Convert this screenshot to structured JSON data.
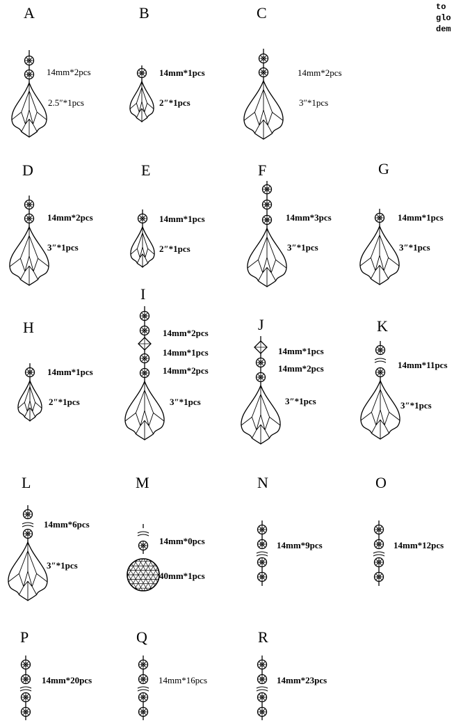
{
  "corner_note": [
    "to",
    "glo",
    "dem"
  ],
  "items": [
    {
      "letter": "A",
      "beads": 2,
      "pendant": "leaf",
      "specs": [
        "14mm*2pcs",
        "2.5″*1pcs"
      ],
      "light": true
    },
    {
      "letter": "B",
      "beads": 1,
      "pendant": "small",
      "specs": [
        "14mm*1pcs",
        "2″*1pcs"
      ]
    },
    {
      "letter": "C",
      "beads": 2,
      "pendant": "leaf",
      "specs": [
        "14mm*2pcs",
        "3″*1pcs"
      ],
      "light": true
    },
    {
      "letter": "D",
      "beads": 2,
      "pendant": "leaf",
      "specs": [
        "14mm*2pcs",
        "3″*1pcs"
      ]
    },
    {
      "letter": "E",
      "beads": 1,
      "pendant": "small",
      "specs": [
        "14mm*1pcs",
        "2″*1pcs"
      ]
    },
    {
      "letter": "F",
      "beads": 3,
      "pendant": "leaf",
      "specs": [
        "14mm*3pcs",
        "3″*1pcs"
      ]
    },
    {
      "letter": "G",
      "beads": 1,
      "pendant": "leaf",
      "specs": [
        "14mm*1pcs",
        "3″*1pcs"
      ]
    },
    {
      "letter": "H",
      "beads": 1,
      "pendant": "small",
      "specs": [
        "14mm*1pcs",
        "2″*1pcs"
      ]
    },
    {
      "letter": "I",
      "beads": "2+1+2",
      "pendant": "leaf",
      "specs": [
        "14mm*2pcs",
        "14mm*1pcs",
        "14mm*2pcs",
        "3″*1pcs"
      ]
    },
    {
      "letter": "J",
      "beads": "1+2",
      "pendant": "leaf",
      "specs": [
        "14mm*1pcs",
        "14mm*2pcs",
        "3″*1pcs"
      ]
    },
    {
      "letter": "K",
      "beads": 11,
      "pendant": "leaf",
      "specs": [
        "14mm*11pcs",
        "3″*1pcs"
      ]
    },
    {
      "letter": "L",
      "beads": 6,
      "pendant": "leaf",
      "specs": [
        "14mm*6pcs",
        "3″*1pcs"
      ]
    },
    {
      "letter": "M",
      "beads": 0,
      "pendant": "ball",
      "specs": [
        "14mm*0pcs",
        "40mm*1pcs"
      ]
    },
    {
      "letter": "N",
      "beads": 9,
      "pendant": "none",
      "specs": [
        "14mm*9pcs"
      ]
    },
    {
      "letter": "O",
      "beads": 12,
      "pendant": "none",
      "specs": [
        "14mm*12pcs"
      ]
    },
    {
      "letter": "P",
      "beads": 20,
      "pendant": "none",
      "specs": [
        "14mm*20pcs"
      ]
    },
    {
      "letter": "Q",
      "beads": 16,
      "pendant": "none",
      "specs": [
        "14mm*16pcs"
      ],
      "light": true
    },
    {
      "letter": "R",
      "beads": 23,
      "pendant": "none",
      "specs": [
        "14mm*23pcs"
      ]
    }
  ]
}
